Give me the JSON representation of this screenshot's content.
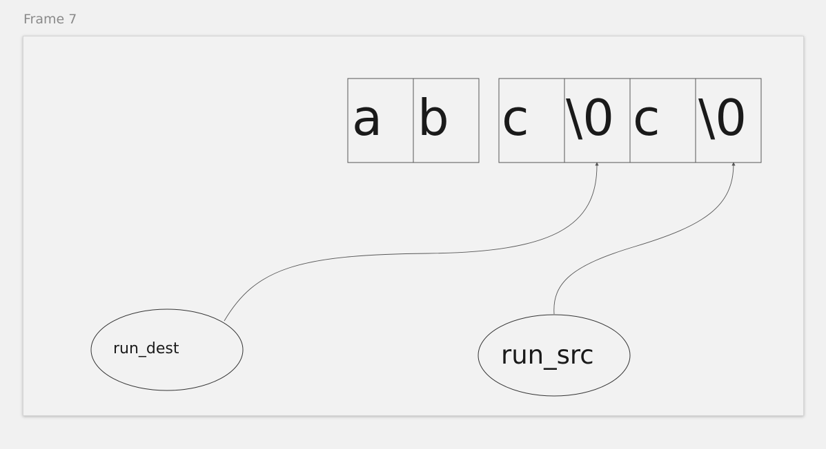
{
  "frame": {
    "title": "Frame 7"
  },
  "cells": [
    "a",
    "b",
    "c",
    "\\0",
    "c",
    "\\0"
  ],
  "nodes": {
    "run_dest": {
      "label": "run_dest"
    },
    "run_src": {
      "label": "run_src"
    }
  }
}
